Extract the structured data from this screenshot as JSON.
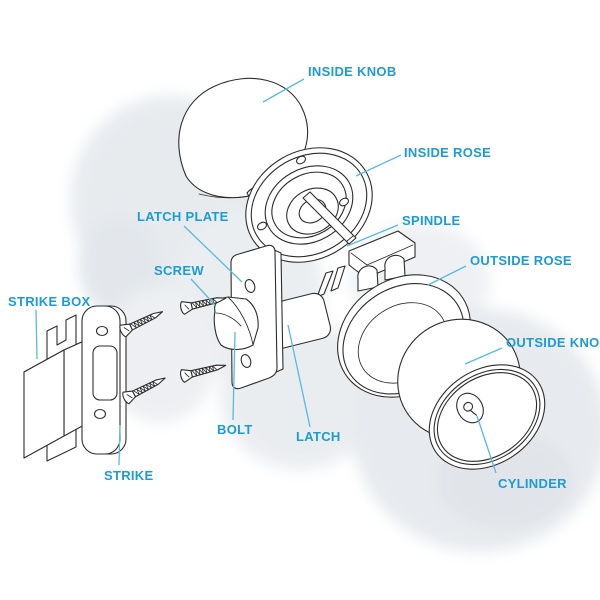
{
  "diagram": {
    "colors": {
      "label_text": "#1d9bd5",
      "leader_line": "#5ab8e3",
      "artwork_line": "#2d2d2d",
      "background": "#ffffff"
    },
    "labels": {
      "inside_knob": "INSIDE KNOB",
      "inside_rose": "INSIDE ROSE",
      "spindle": "SPINDLE",
      "outside_rose": "OUTSIDE ROSE",
      "outside_knob": "OUTSIDE KNOB",
      "cylinder": "CYLINDER",
      "latch": "LATCH",
      "bolt": "BOLT",
      "screw": "SCREW",
      "latch_plate": "LATCH PLATE",
      "strike_box": "STRIKE BOX",
      "strike": "STRIKE"
    }
  }
}
